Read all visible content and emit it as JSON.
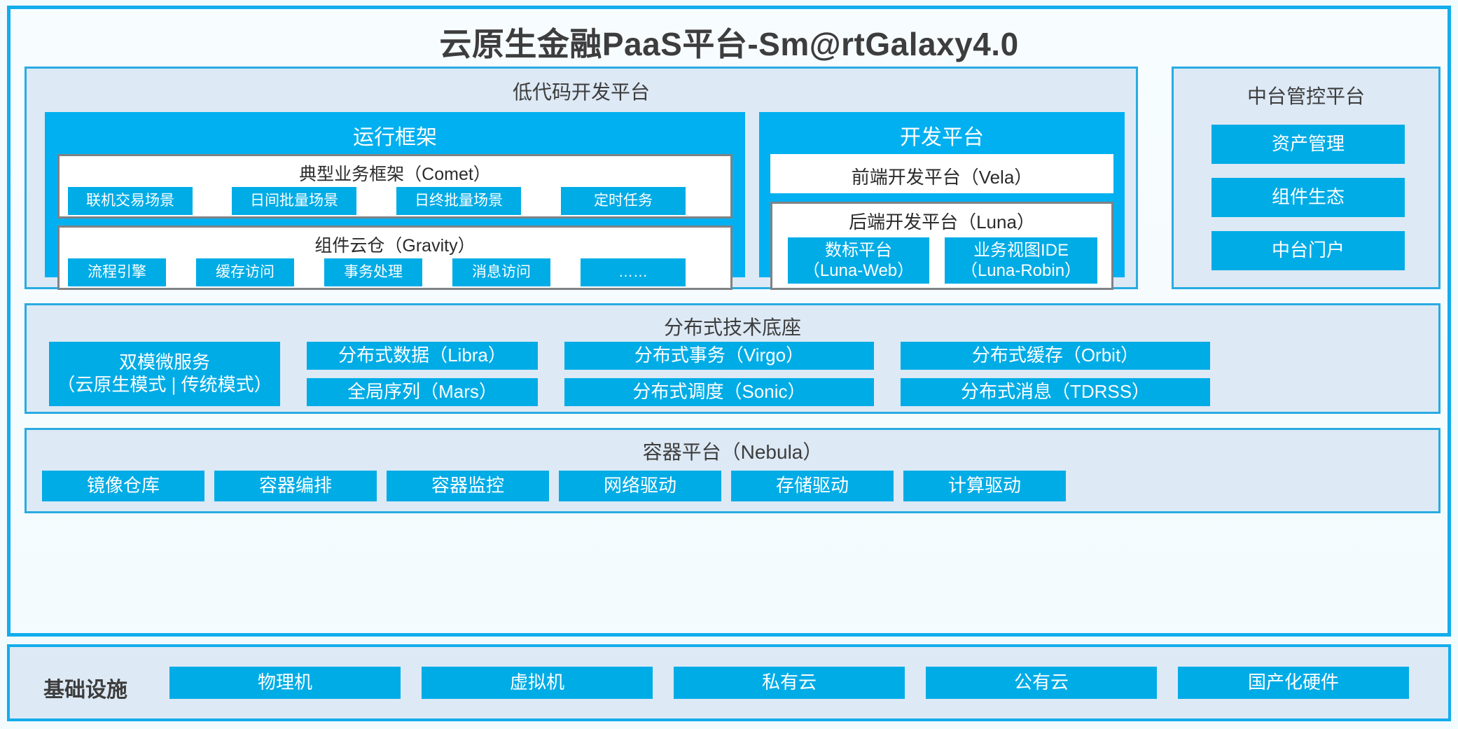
{
  "title": "云原生金融PaaS平台-Sm@rtGalaxy4.0",
  "colors": {
    "frame_border": "#12adec",
    "panel_border": "#29abe2",
    "panel_bg": "#dde9f5",
    "chip_blue": "#00ace6",
    "group_blue": "#00b0f0",
    "card_border": "#808285",
    "text_dark": "#3d3d3d"
  },
  "lowcode": {
    "title": "低代码开发平台",
    "runtime": {
      "title": "运行框架",
      "comet": {
        "title": "典型业务框架（Comet）",
        "chips": [
          "联机交易场景",
          "日间批量场景",
          "日终批量场景",
          "定时任务"
        ]
      },
      "gravity": {
        "title": "组件云仓（Gravity）",
        "chips": [
          "流程引擎",
          "缓存访问",
          "事务处理",
          "消息访问",
          "……"
        ]
      }
    },
    "devplatform": {
      "title": "开发平台",
      "vela": {
        "title": "前端开发平台（Vela）"
      },
      "luna": {
        "title": "后端开发平台（Luna）",
        "chips": [
          "数标平台\n（Luna-Web）",
          "业务视图IDE\n（Luna-Robin）"
        ]
      }
    }
  },
  "midplatform": {
    "title": "中台管控平台",
    "chips": [
      "资产管理",
      "组件生态",
      "中台门户"
    ]
  },
  "distributed": {
    "title": "分布式技术底座",
    "big_chip": "双模微服务\n（云原生模式 | 传统模式）",
    "columns": [
      [
        "分布式数据（Libra）",
        "全局序列（Mars）"
      ],
      [
        "分布式事务（Virgo）",
        "分布式调度（Sonic）"
      ],
      [
        "分布式缓存（Orbit）",
        "分布式消息（TDRSS）"
      ]
    ]
  },
  "container": {
    "title": "容器平台（Nebula）",
    "chips": [
      "镜像仓库",
      "容器编排",
      "容器监控",
      "网络驱动",
      "存储驱动",
      "计算驱动"
    ]
  },
  "infrastructure": {
    "label": "基础设施",
    "chips": [
      "物理机",
      "虚拟机",
      "私有云",
      "公有云",
      "国产化硬件"
    ]
  }
}
